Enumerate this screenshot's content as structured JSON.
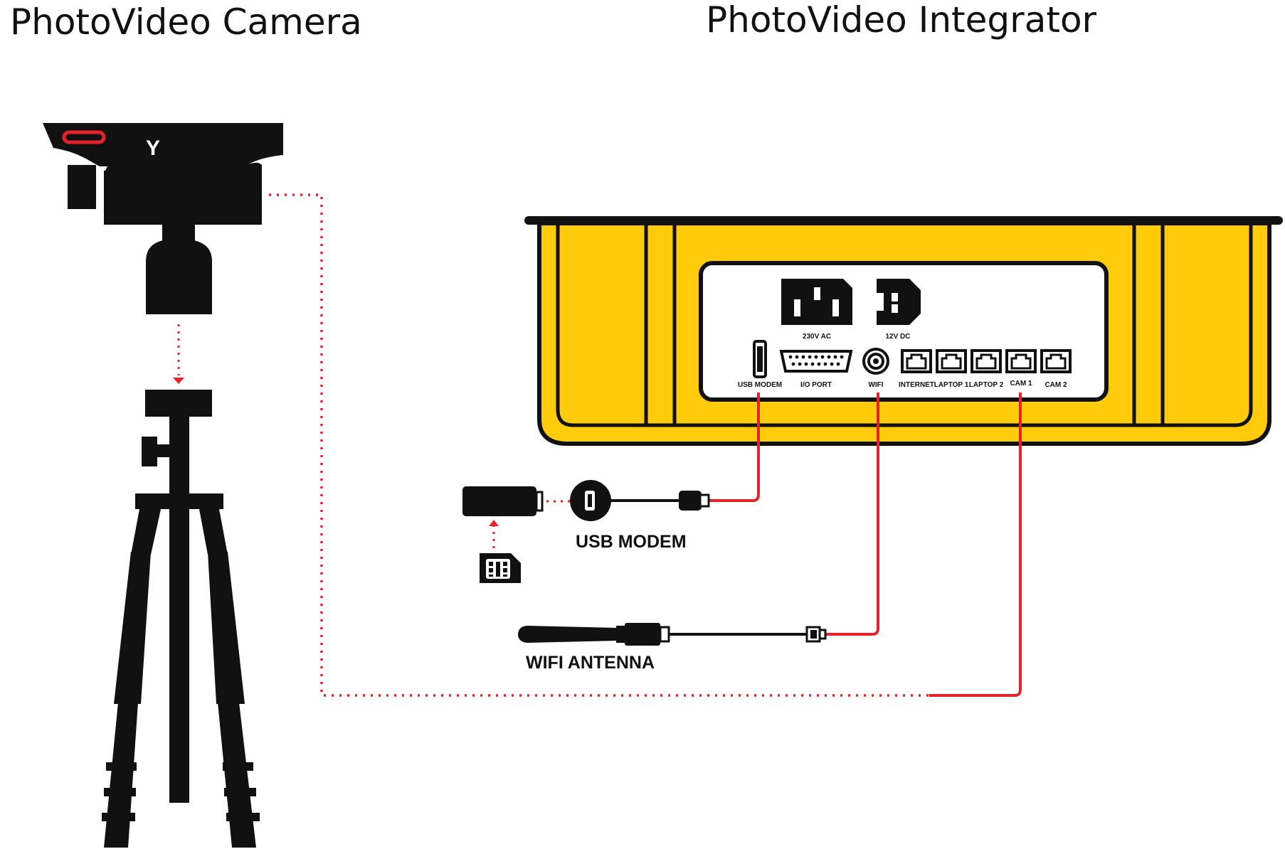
{
  "titles": {
    "camera": "PhotoVideo Camera",
    "integrator": "PhotoVideo Integrator"
  },
  "integrator_panel": {
    "power_labels": {
      "ac": "230V AC",
      "dc": "12V DC"
    },
    "ports": [
      {
        "id": "usb-modem",
        "label": "USB MODEM"
      },
      {
        "id": "io-port",
        "label": "I/O PORT"
      },
      {
        "id": "wifi",
        "label": "WIFI"
      },
      {
        "id": "internet",
        "label": "INTERNET"
      },
      {
        "id": "laptop1",
        "label": "LAPTOP 1"
      },
      {
        "id": "laptop2",
        "label": "LAPTOP 2"
      },
      {
        "id": "cam1",
        "label": "CAM 1"
      },
      {
        "id": "cam2",
        "label": "CAM 2"
      }
    ]
  },
  "accessories": {
    "usb_modem": "USB MODEM",
    "wifi_antenna": "WIFI ANTENNA"
  },
  "colors": {
    "case_yellow": "#FFCB0A",
    "cable_red": "#E3222A",
    "ink": "#111111"
  },
  "icons": [
    "camera-icon",
    "tripod-icon",
    "usb-stick-icon",
    "sim-card-icon",
    "antenna-icon"
  ]
}
